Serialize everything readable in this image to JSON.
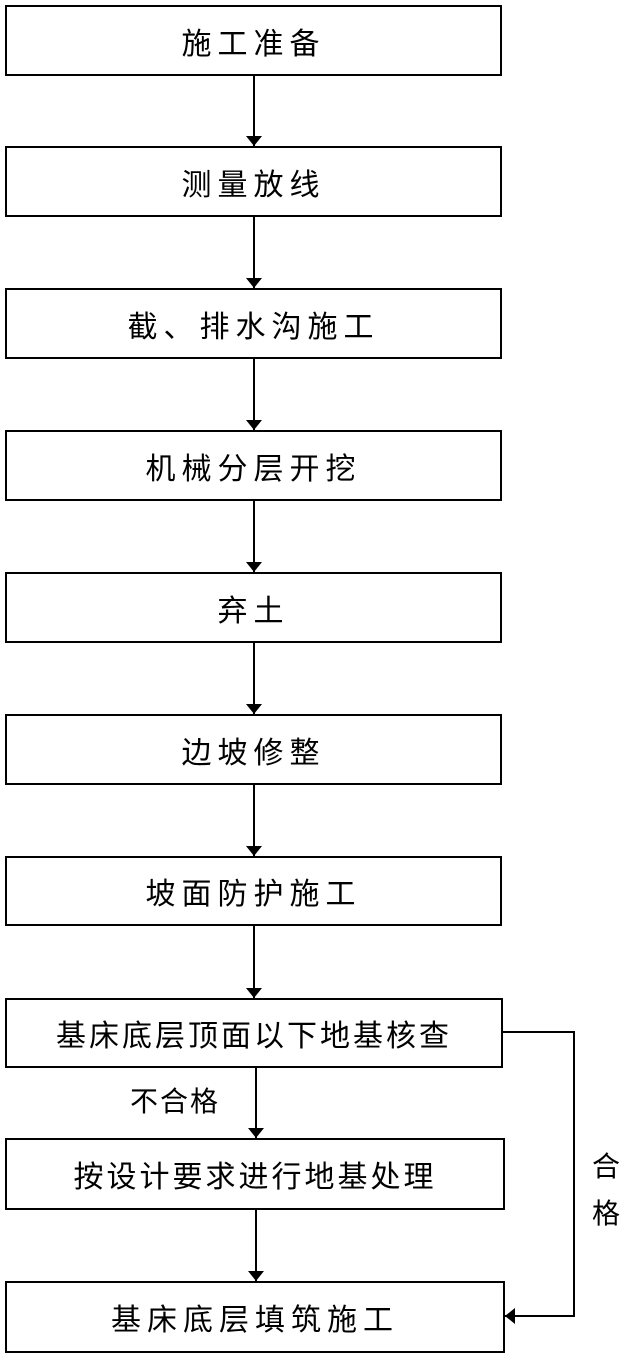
{
  "steps": [
    "施工准备",
    "测量放线",
    "截、排水沟施工",
    "机械分层开挖",
    "弃土",
    "边坡修整",
    "坡面防护施工",
    "基床底层顶面以下地基核查",
    "按设计要求进行地基处理",
    "基床底层填筑施工"
  ],
  "branch_labels": {
    "fail": "不合格",
    "pass_line1": "合",
    "pass_line2": "格"
  }
}
